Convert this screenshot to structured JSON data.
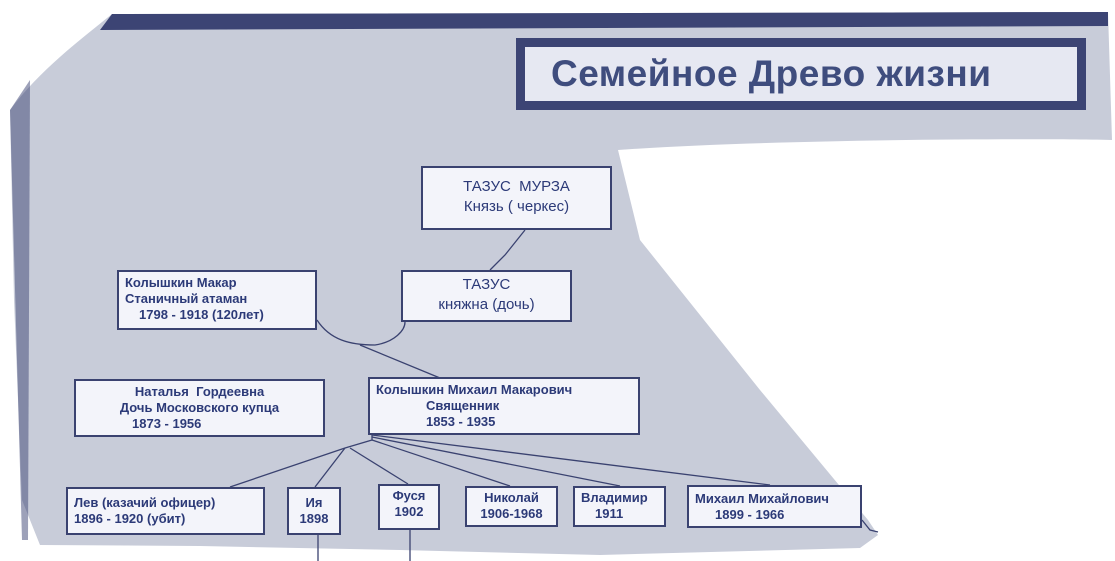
{
  "title": "Семейное Древо жизни",
  "colors": {
    "paper": "#c8ccd9",
    "band": "#3c4474",
    "text": "#2c3a78"
  },
  "people": {
    "tazus_murza": {
      "name": "ТАЗУС  МУРЗА",
      "role": "Князь ( черкес)"
    },
    "makar": {
      "name": "Колышкин Макар",
      "role": "Станичный атаман",
      "dates": "1798 - 1918 (120лет)"
    },
    "tazus_daughter": {
      "name": "ТАЗУС",
      "role": "княжна (дочь)"
    },
    "natalya": {
      "name": "Наталья  Гордеевна",
      "role": "Дочь Московского купца",
      "dates": "1873 - 1956"
    },
    "mikhail_makarovich": {
      "name": "Колышкин Михаил Макарович",
      "role": "Священник",
      "dates": "1853 - 1935"
    },
    "children": [
      {
        "name": "Лев (казачий офицер)",
        "dates": "1896 - 1920 (убит)"
      },
      {
        "name": "Ия",
        "dates": "1898"
      },
      {
        "name": "Фуся",
        "dates": "1902"
      },
      {
        "name": "Николай",
        "dates": "1906-1968"
      },
      {
        "name": "Владимир",
        "dates": "1911"
      },
      {
        "name": "Михаил Михайлович",
        "dates": "1899 - 1966"
      }
    ]
  }
}
